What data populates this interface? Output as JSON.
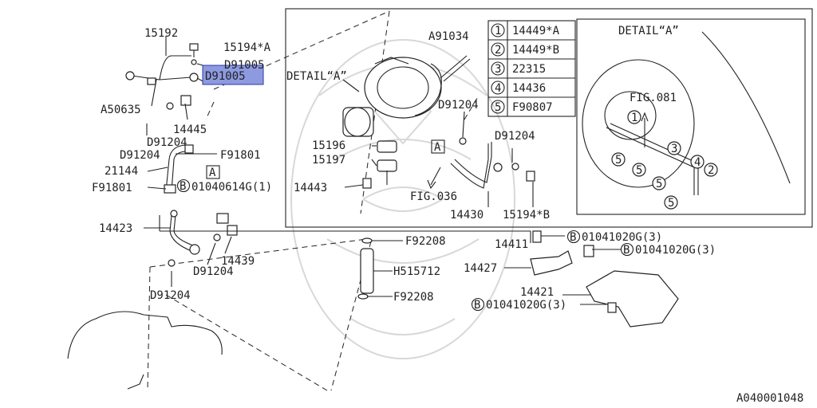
{
  "diagram_id": "A040001048",
  "callouts": {
    "c15192": "15192",
    "c15194a": "15194*A",
    "cD91005a": "D91005",
    "cD91005b": "D91005",
    "cA50635": "A50635",
    "c14445": "14445",
    "cD91204a": "D91204",
    "cD91204b": "D91204",
    "cF91801a": "F91801",
    "c21144": "21144",
    "cF91801b": "F91801",
    "c01040614": "01040614G(1)",
    "c14423": "14423",
    "c14439": "14439",
    "cD91204c": "D91204",
    "cD91204d": "D91204",
    "cDetailA1": "DETAIL“A”",
    "cA91034": "A91034",
    "cD91204e": "D91204",
    "cD91204f": "D91204",
    "c15196": "15196",
    "c15197": "15197",
    "c14443": "14443",
    "cFig036": "FIG.036",
    "c14430": "14430",
    "c15194b": "15194*B",
    "c14411": "14411",
    "cF92208a": "F92208",
    "cH515712": "H515712",
    "cF92208b": "F92208",
    "c14427": "14427",
    "c14421": "14421",
    "c01041020a": "01041020G(3)",
    "c01041020b": "01041020G(3)",
    "c01041020c": "01041020G(3)",
    "cDetailA2": "DETAIL“A”",
    "cFig081": "FIG.081"
  },
  "box_letter": "A",
  "circle_b": "B",
  "legend": [
    {
      "num": "1",
      "part": "14449*A"
    },
    {
      "num": "2",
      "part": "14449*B"
    },
    {
      "num": "3",
      "part": "22315"
    },
    {
      "num": "4",
      "part": "14436"
    },
    {
      "num": "5",
      "part": "F90807"
    }
  ],
  "detail_markers": [
    "1",
    "2",
    "3",
    "4",
    "5",
    "5",
    "5",
    "5"
  ],
  "highlight_color": "#8d9ae0"
}
